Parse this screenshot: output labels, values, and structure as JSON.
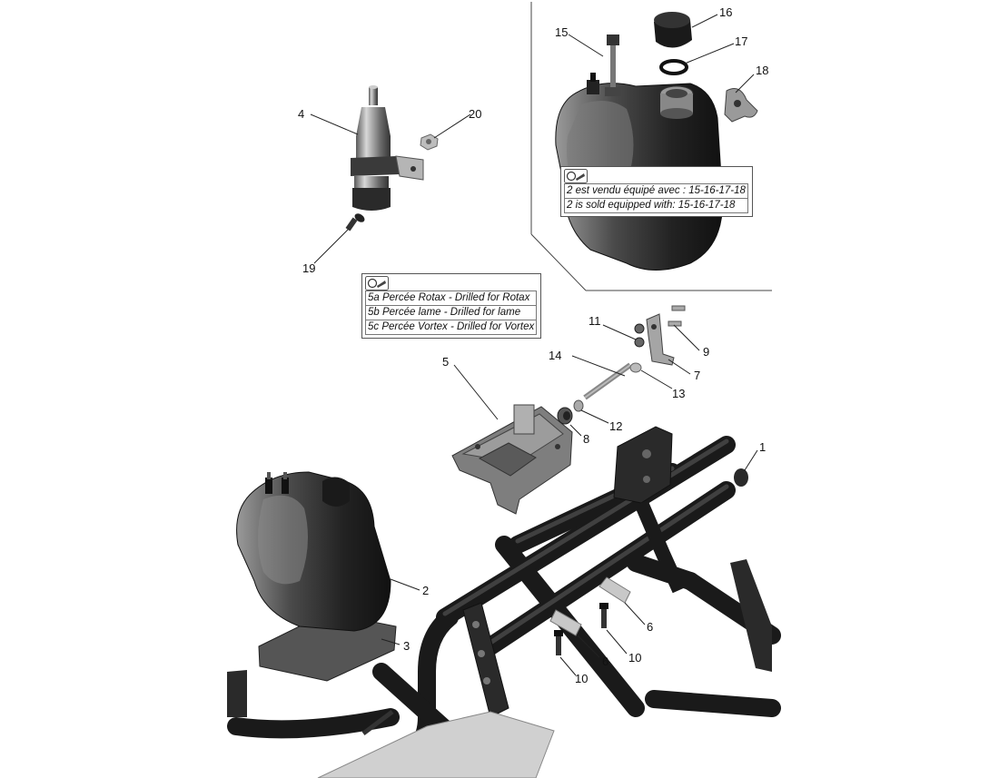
{
  "callouts": {
    "c1": "1",
    "c2": "2",
    "c3": "3",
    "c4": "4",
    "c5": "5",
    "c6a": "6",
    "c6b": "6",
    "c7": "7",
    "c8": "8",
    "c9": "9",
    "c10a": "10",
    "c10b": "10",
    "c11": "11",
    "c12": "12",
    "c13": "13",
    "c14": "14",
    "c15": "15",
    "c16": "16",
    "c17": "17",
    "c18": "18",
    "c19": "19",
    "c20": "20"
  },
  "notes": {
    "tank_note": {
      "icon": "kit-icon",
      "lines": [
        "2 est vendu équipé avec : 15-16-17-18",
        "2 is sold equipped with: 15-16-17-18"
      ]
    },
    "drill_note": {
      "icon": "kit-icon",
      "lines": [
        "5a Percée Rotax - Drilled for Rotax",
        "5b Percée lame - Drilled for lame",
        "5c Percée Vortex - Drilled for Vortex"
      ]
    }
  },
  "colors": {
    "part_dark": "#2f2f2f",
    "part_mid": "#6a6a6a",
    "part_light": "#b9b9b9",
    "line": "#222222"
  }
}
